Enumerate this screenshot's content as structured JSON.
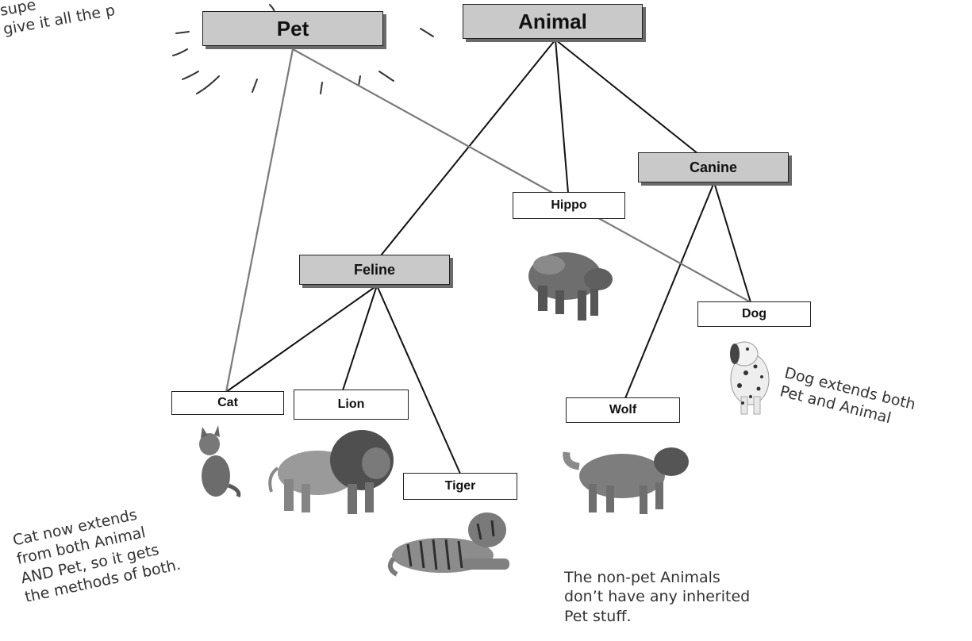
{
  "classes": {
    "pet": "Pet",
    "animal": "Animal",
    "canine": "Canine",
    "hippo": "Hippo",
    "feline": "Feline",
    "dog": "Dog",
    "cat": "Cat",
    "lion": "Lion",
    "wolf": "Wolf",
    "tiger": "Tiger"
  },
  "annotations": {
    "corner_fragment": "supe\ngive it all the p",
    "cat_note": "Cat now extends\nfrom both Animal\nAND Pet, so it gets\nthe methods of both.",
    "dog_note": "Dog extends both\nPet and Animal",
    "nonpet_note": "The non-pet Animals\ndon’t have any inherited\nPet stuff."
  },
  "images": [
    "hippo-photo",
    "dog-photo",
    "cat-photo",
    "lion-photo",
    "wolf-photo",
    "tiger-photo"
  ],
  "colors": {
    "superclass_fill": "#c9c9c9",
    "superclass_shadow": "#6a6a6a",
    "animal_edge": "#111111",
    "pet_edge": "#7a7a7a"
  }
}
